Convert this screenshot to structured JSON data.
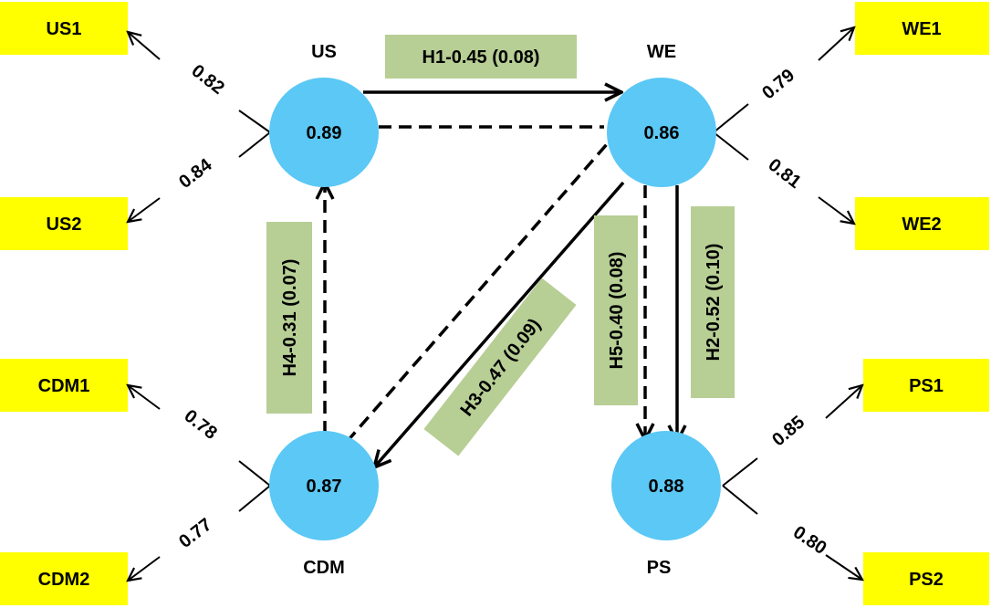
{
  "colors": {
    "node_fill": "#5BC8F5",
    "indicator_fill": "#FFFF00",
    "hypothesis_fill": "#B7CE95",
    "line": "#000000"
  },
  "latents": {
    "US": {
      "name": "US",
      "value": "0.89"
    },
    "WE": {
      "name": "WE",
      "value": "0.86"
    },
    "CDM": {
      "name": "CDM",
      "value": "0.87"
    },
    "PS": {
      "name": "PS",
      "value": "0.88"
    }
  },
  "indicators": {
    "US1": "US1",
    "US2": "US2",
    "WE1": "WE1",
    "WE2": "WE2",
    "CDM1": "CDM1",
    "CDM2": "CDM2",
    "PS1": "PS1",
    "PS2": "PS2"
  },
  "loadings": {
    "US1": "0.82",
    "US2": "0.84",
    "WE1": "0.79",
    "WE2": "0.81",
    "CDM1": "0.78",
    "CDM2": "0.77",
    "PS1": "0.85",
    "PS2": "0.80"
  },
  "hypotheses": {
    "H1": "H1-0.45 (0.08)",
    "H2": "H2-0.52 (0.10)",
    "H3": "H3-0.47 (0.09)",
    "H4": "H4-0.31 (0.07)",
    "H5": "H5-0.40 (0.08)"
  }
}
